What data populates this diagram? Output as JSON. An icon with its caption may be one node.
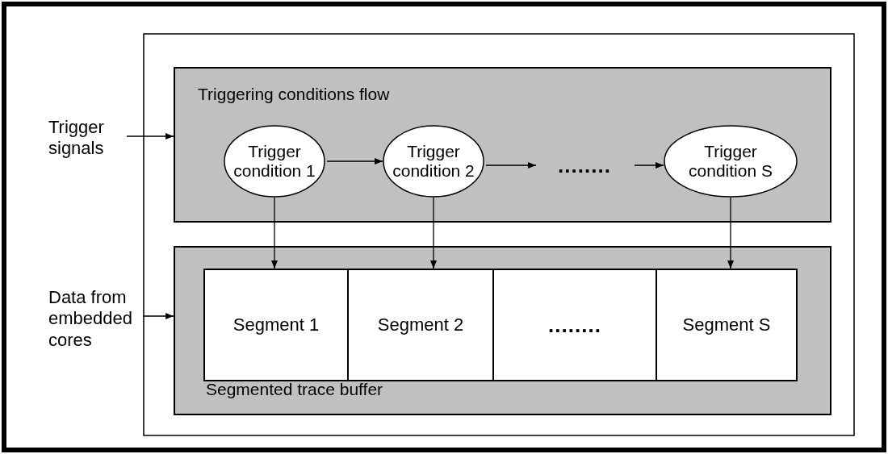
{
  "diagram": {
    "nodes": [
      {
        "text": [
          "Triggering conditions flow"
        ]
      },
      {
        "text": [
          "Trigger condition 1"
        ],
        "in": 0
      },
      {
        "text": [
          "Trigger condition 2"
        ],
        "in": 0
      },
      {
        "text": [
          "........"
        ],
        "in": 0
      },
      {
        "text": [
          "Trigger condition S"
        ],
        "in": 0
      },
      {
        "text": [
          "Segmented trace buffer"
        ]
      },
      {
        "text": [
          "Segment 1"
        ],
        "in": 5
      },
      {
        "text": [
          "Segment 2"
        ],
        "in": 5
      },
      {
        "text": [
          "........"
        ],
        "in": 5
      },
      {
        "text": [
          "Segment S"
        ],
        "in": 5
      },
      {
        "text": [
          "Trigger signals"
        ]
      },
      {
        "text": [
          "Data from embedded cores"
        ]
      }
    ],
    "edges": [
      {
        "from": 10,
        "to": 0,
        "arrow": "to"
      },
      {
        "from": 11,
        "to": 5,
        "arrow": "to"
      },
      {
        "from": 1,
        "to": 2,
        "arrow": "to"
      },
      {
        "from": 2,
        "to": 3,
        "arrow": "to"
      },
      {
        "from": 3,
        "to": 4,
        "arrow": "to"
      },
      {
        "from": 1,
        "to": 6,
        "arrow": "to"
      },
      {
        "from": 2,
        "to": 7,
        "arrow": "to"
      },
      {
        "from": 4,
        "to": 9,
        "arrow": "to"
      }
    ]
  }
}
